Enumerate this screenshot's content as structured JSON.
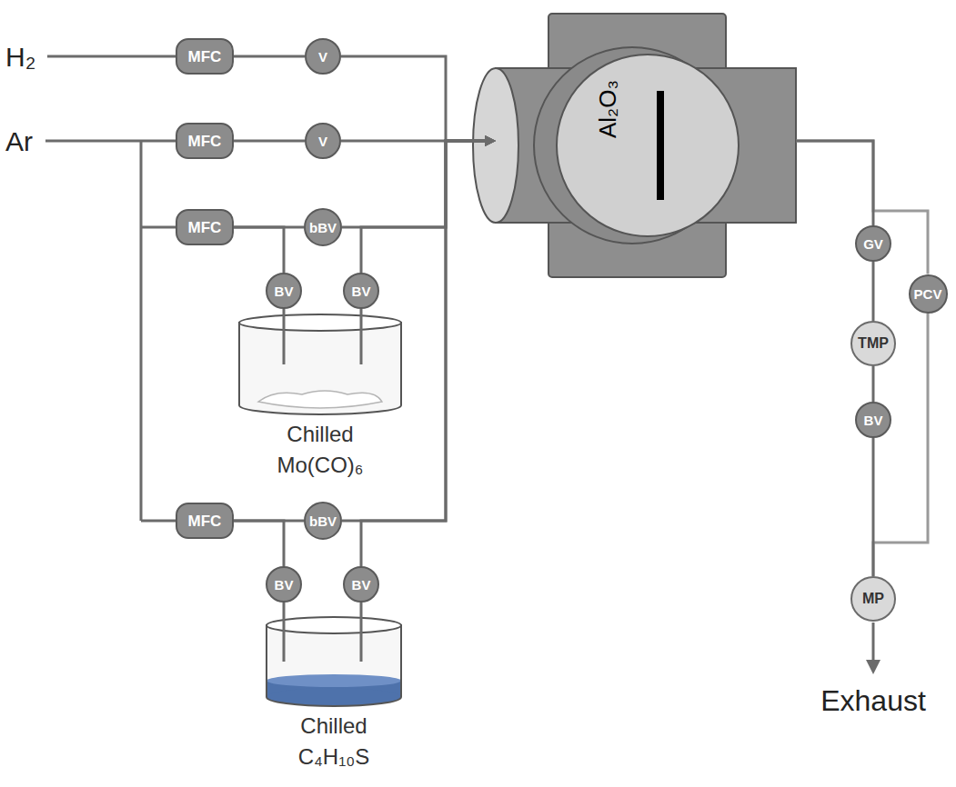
{
  "diagram": {
    "nodes": [
      {
        "text": [
          "MFC"
        ]
      },
      {
        "text": [
          "V"
        ]
      },
      {
        "text": [
          "MFC"
        ]
      },
      {
        "text": [
          "V"
        ]
      },
      {
        "text": [
          "MFC"
        ]
      },
      {
        "text": [
          "bBV"
        ]
      },
      {
        "text": [
          "BV"
        ]
      },
      {
        "text": [
          "BV"
        ]
      },
      {
        "text": [
          "Chilled Mo(CO)₆"
        ]
      },
      {
        "text": [
          "MFC"
        ]
      },
      {
        "text": [
          "bBV"
        ]
      },
      {
        "text": [
          "BV"
        ]
      },
      {
        "text": [
          "BV"
        ]
      },
      {
        "text": [
          "Chilled C₄H₁₀S"
        ]
      },
      {
        "text": [
          "Al₂O₃"
        ]
      },
      {
        "text": [
          "GV"
        ]
      },
      {
        "text": [
          "PCV"
        ]
      },
      {
        "text": [
          "TMP"
        ]
      },
      {
        "text": [
          "BV"
        ]
      },
      {
        "text": [
          "MP"
        ]
      }
    ],
    "edges": [
      {
        "from": 0,
        "to": 1,
        "arrow": "none"
      },
      {
        "from": 1,
        "to": 14,
        "arrow": "to"
      },
      {
        "from": 2,
        "to": 3,
        "arrow": "none"
      },
      {
        "from": 3,
        "to": 14,
        "arrow": "to"
      },
      {
        "from": 4,
        "to": 5,
        "arrow": "none"
      },
      {
        "from": 4,
        "to": 6,
        "arrow": "none"
      },
      {
        "from": 6,
        "to": 8,
        "arrow": "none"
      },
      {
        "from": 7,
        "to": 8,
        "arrow": "none"
      },
      {
        "from": 5,
        "to": 14,
        "arrow": "to"
      },
      {
        "from": 7,
        "to": 14,
        "arrow": "to"
      },
      {
        "from": 9,
        "to": 10,
        "arrow": "none"
      },
      {
        "from": 9,
        "to": 11,
        "arrow": "none"
      },
      {
        "from": 11,
        "to": 13,
        "arrow": "none"
      },
      {
        "from": 12,
        "to": 13,
        "arrow": "none"
      },
      {
        "from": 10,
        "to": 14,
        "arrow": "to"
      },
      {
        "from": 12,
        "to": 14,
        "arrow": "to"
      },
      {
        "from": 14,
        "to": 15,
        "arrow": "none"
      },
      {
        "from": 14,
        "to": 16,
        "arrow": "none"
      },
      {
        "from": 15,
        "to": 17,
        "arrow": "none"
      },
      {
        "from": 17,
        "to": 18,
        "arrow": "none"
      },
      {
        "from": 18,
        "to": 19,
        "arrow": "none"
      },
      {
        "from": 16,
        "to": 19,
        "arrow": "none"
      }
    ],
    "labels": [
      "H₂",
      "Ar",
      "Exhaust"
    ]
  }
}
